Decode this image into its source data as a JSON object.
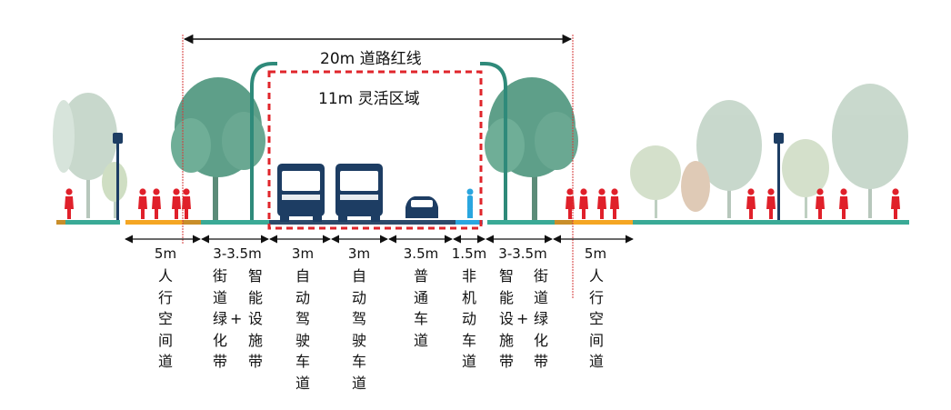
{
  "red_line_label": "20m 道路红线",
  "flexible_zone_label": "11m 灵活区域",
  "colors": {
    "red_dash": "#e0252b",
    "red_line": "#d63a3a",
    "pedestrian_red": "#e0202a",
    "tree_green": "#5a9c85",
    "tree_light": "#9bbd8a",
    "bus_blue": "#1d3d63",
    "cyclist_blue": "#2aa6df",
    "sidewalk_orange": "#f5a623",
    "green_strip": "#3aaa96"
  },
  "segments": [
    {
      "width": "5m",
      "label": "人行空间道"
    },
    {
      "width": "3-3.5m",
      "label_a": "街道绿化带",
      "label_b": "智能设施带",
      "plus": "+"
    },
    {
      "width": "3m",
      "label": "自动驾驶车道"
    },
    {
      "width": "3m",
      "label": "自动驾驶车道"
    },
    {
      "width": "3.5m",
      "label": "普通车道"
    },
    {
      "width": "1.5m",
      "label": "非机动车道"
    },
    {
      "width": "3-3.5m",
      "label_a": "智能设施带",
      "label_b": "街道绿化带",
      "plus": "+"
    },
    {
      "width": "5m",
      "label": "人行空间道"
    }
  ]
}
